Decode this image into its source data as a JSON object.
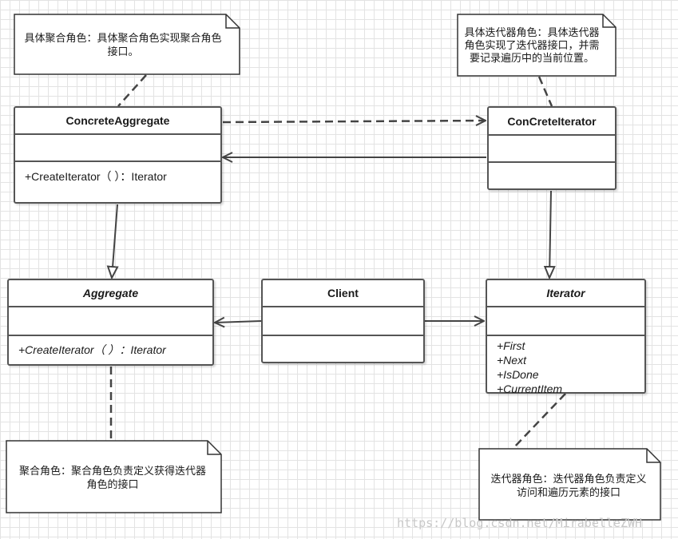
{
  "classes": {
    "concrete_aggregate": {
      "name": "ConcreteAggregate",
      "operations": [
        "+CreateIterator（ ）：Iterator"
      ]
    },
    "concrete_iterator": {
      "name": "ConCreteIterator",
      "operations": []
    },
    "aggregate": {
      "name": "Aggregate",
      "operations": [
        "+CreateIterator（ ）：Iterator"
      ]
    },
    "client": {
      "name": "Client",
      "operations": []
    },
    "iterator": {
      "name": "Iterator",
      "operations": [
        "+First",
        "+Next",
        "+IsDone",
        "+CurrentItem"
      ]
    }
  },
  "notes": {
    "concrete_aggregate_note": "具体聚合角色：具体聚合角色实现聚合角色接口。",
    "concrete_iterator_note": "具体迭代器角色：具体迭代器角色实现了迭代器接口，并需要记录遍历中的当前位置。",
    "aggregate_note": "聚合角色：聚合角色负责定义获得迭代器角色的接口",
    "iterator_note": "迭代器角色：迭代器角色负责定义访问和遍历元素的接口"
  },
  "watermark": "https://blog.csdn.net/MirabelleZWH",
  "colors": {
    "line": "#444444",
    "border": "#555555",
    "grid": "#e3e3e3"
  }
}
